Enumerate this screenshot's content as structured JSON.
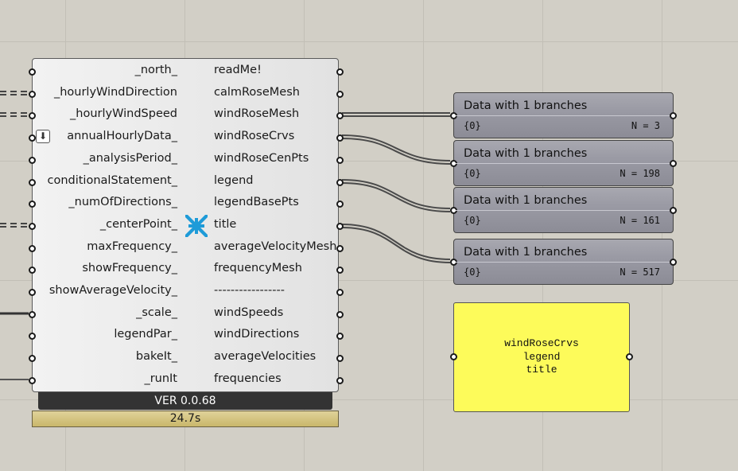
{
  "component": {
    "inputs": [
      "_north_",
      "_hourlyWindDirection",
      "_hourlyWindSpeed",
      "annualHourlyData_",
      "_analysisPeriod_",
      "conditionalStatement_",
      "_numOfDirections_",
      "_centerPoint_",
      "maxFrequency_",
      "showFrequency_",
      "showAverageVelocity_",
      "_scale_",
      "legendPar_",
      "bakeIt_",
      "_runIt"
    ],
    "outputs": [
      "readMe!",
      "calmRoseMesh",
      "windRoseMesh",
      "windRoseCrvs",
      "windRoseCenPts",
      "legend",
      "legendBasePts",
      "title",
      "averageVelocityMesh",
      "frequencyMesh",
      "-----------------",
      "windSpeeds",
      "windDirections",
      "averageVelocities",
      "frequencies"
    ],
    "version": "VER 0.0.68",
    "runtime": "24.7s",
    "flag_icon": "arrow-down-flag-icon",
    "center_icon": "compress-arrows-icon"
  },
  "panels": [
    {
      "title": "Data with 1 branches",
      "path": "{0}",
      "count": "N = 3"
    },
    {
      "title": "Data with 1 branches",
      "path": "{0}",
      "count": "N = 198"
    },
    {
      "title": "Data with 1 branches",
      "path": "{0}",
      "count": "N = 161"
    },
    {
      "title": "Data with 1 branches",
      "path": "{0}",
      "count": "N = 517"
    }
  ],
  "note": {
    "line1": "windRoseCrvs",
    "line2": "legend",
    "line3": "title"
  },
  "colors": {
    "canvas": "#d2cfc6",
    "note_bg": "#fdfb5a",
    "icon_blue": "#1e9bd8"
  }
}
